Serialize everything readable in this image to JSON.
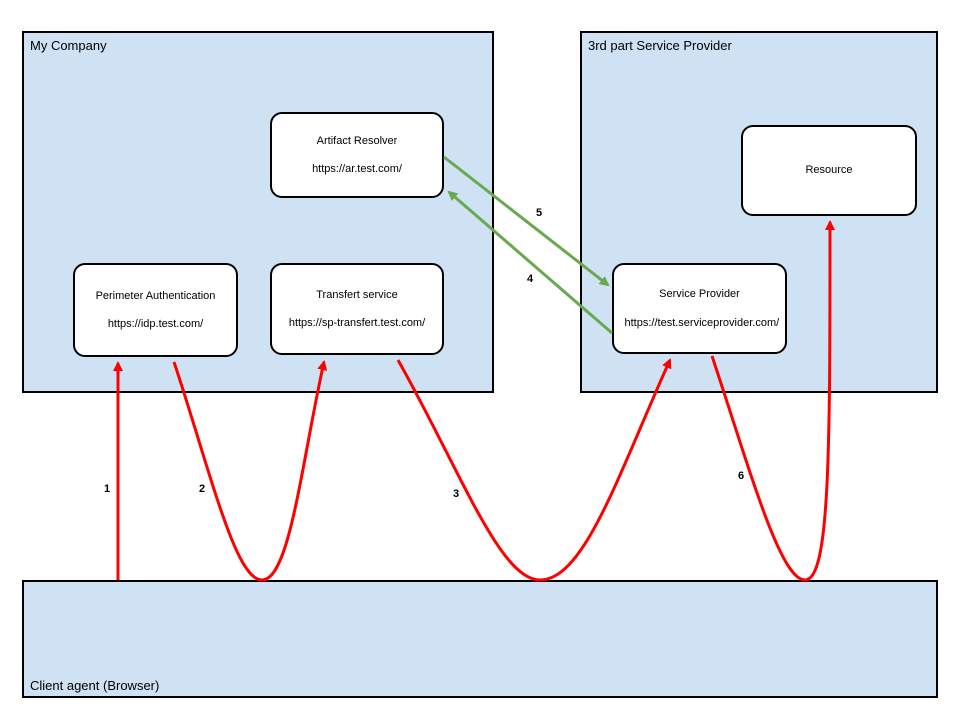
{
  "zones": {
    "company": "My Company",
    "provider": "3rd part Service Provider",
    "client": "Client agent (Browser)"
  },
  "nodes": {
    "artifact_resolver": {
      "name": "Artifact Resolver",
      "url": "https://ar.test.com/"
    },
    "perimeter_auth": {
      "name": "Perimeter Authentication",
      "url": "https://idp.test.com/"
    },
    "transfert_service": {
      "name": "Transfert service",
      "url": "https://sp-transfert.test.com/"
    },
    "resource": {
      "name": "Resource"
    },
    "service_provider": {
      "name": "Service Provider",
      "url": "https://test.serviceprovider.com/"
    }
  },
  "steps": [
    "1",
    "2",
    "3",
    "4",
    "5",
    "6"
  ],
  "colors": {
    "zone_fill": "#cfe2f3",
    "browser_flow": "#ff0000",
    "back_channel": "#6aa84f"
  }
}
